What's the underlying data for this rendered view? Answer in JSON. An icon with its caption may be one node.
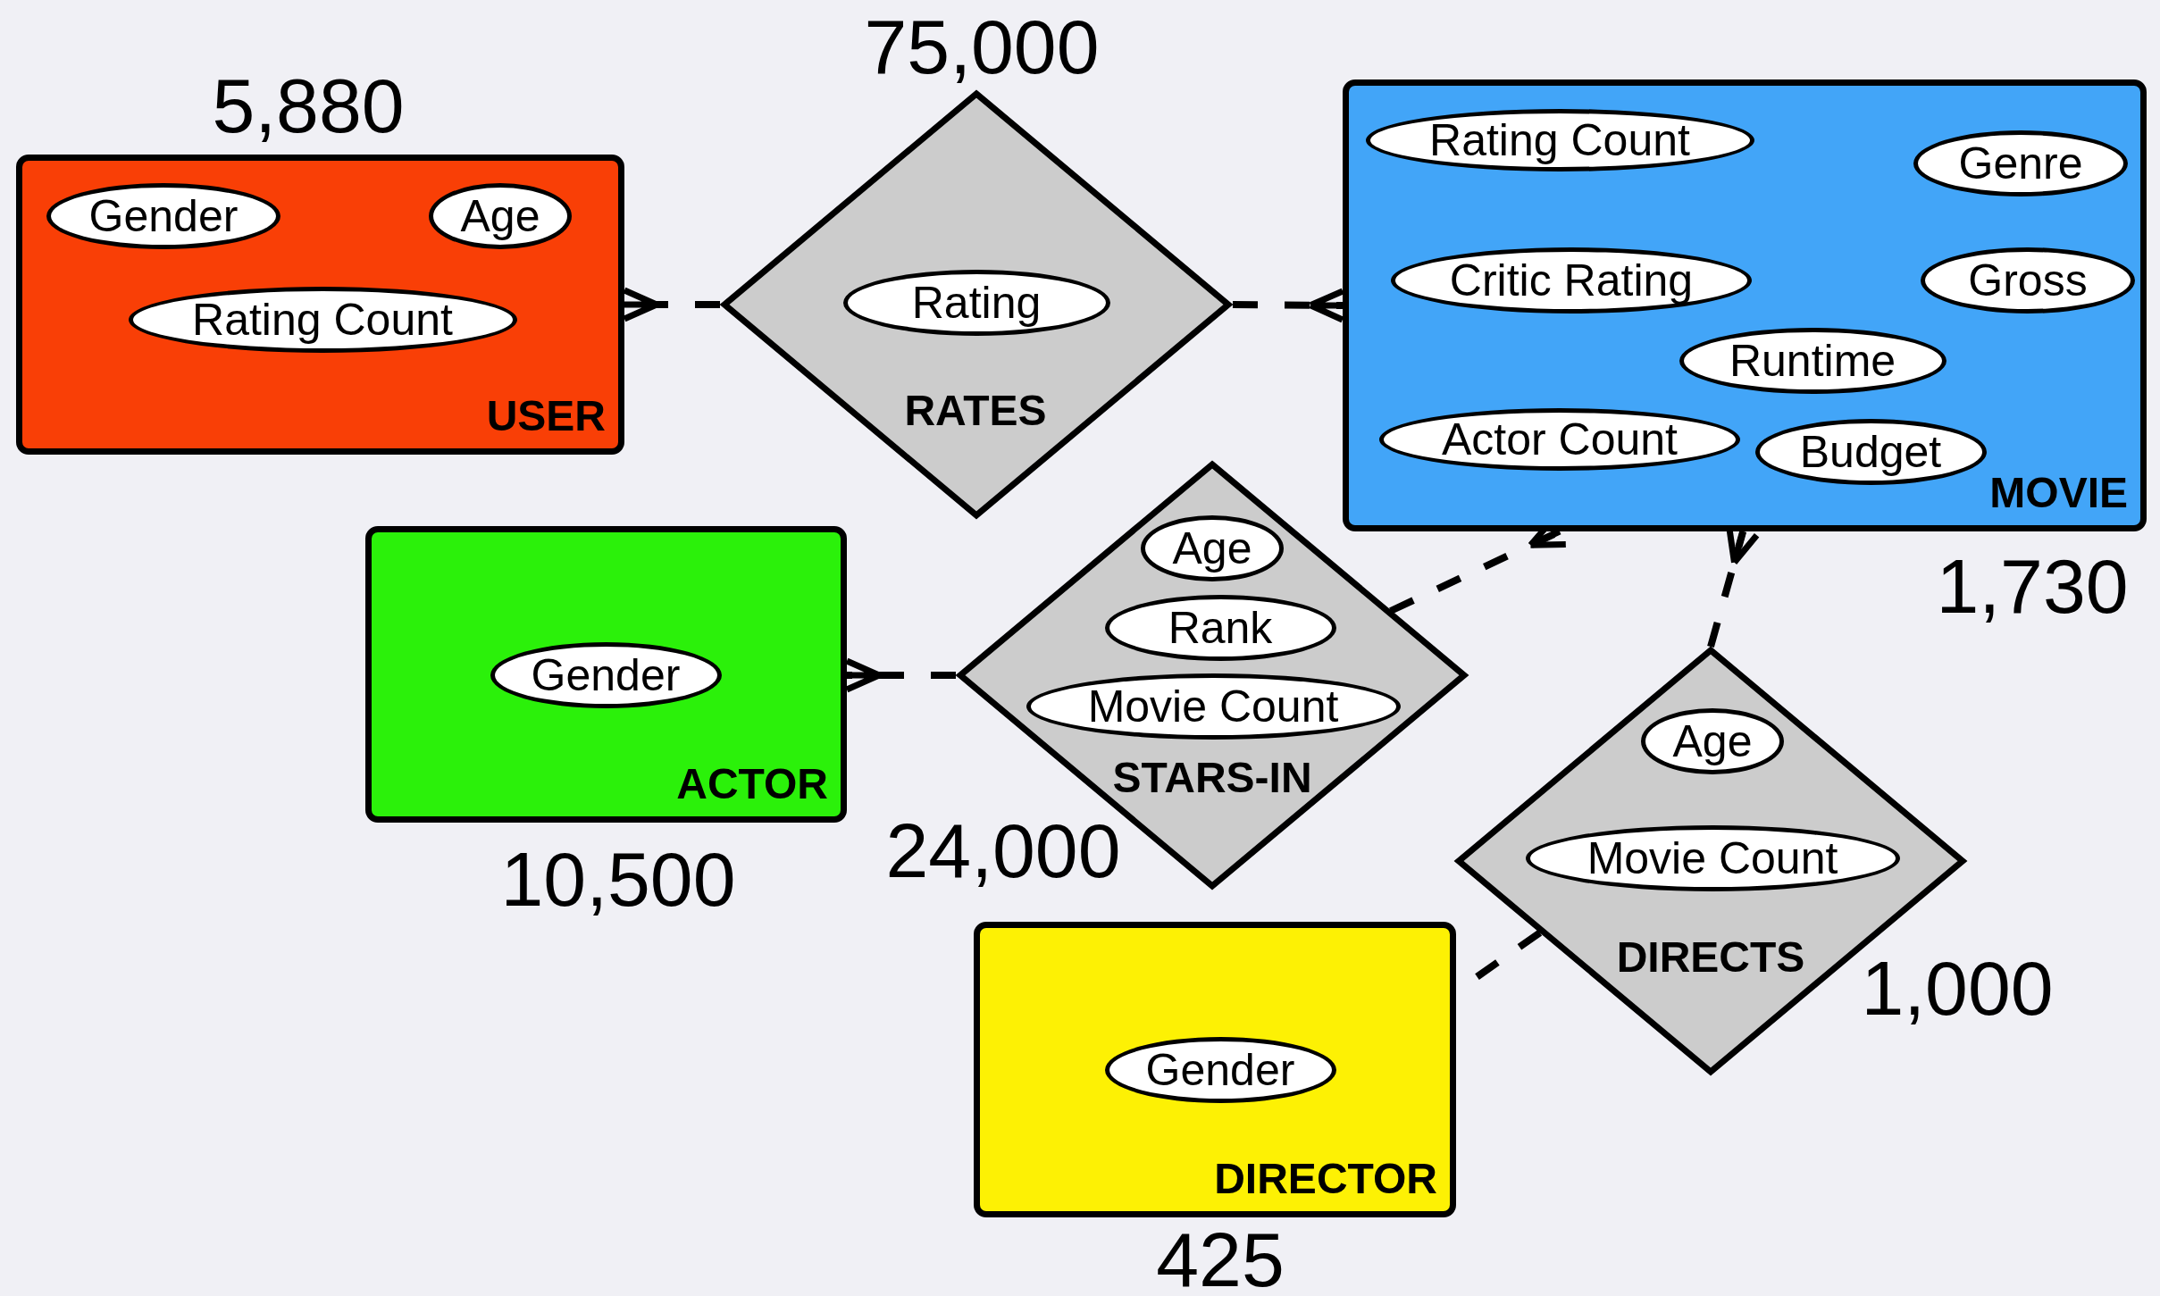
{
  "diagram": {
    "nodes": [
      {
        "text": [
          "USER"
        ],
        "beside": [
          "5,880"
        ]
      },
      {
        "text": [
          "Gender"
        ],
        "in": 0
      },
      {
        "text": [
          "Age"
        ],
        "in": 0
      },
      {
        "text": [
          "Rating Count"
        ],
        "in": 0
      },
      {
        "text": [
          "RATES"
        ],
        "beside": [
          "75,000"
        ]
      },
      {
        "text": [
          "Rating"
        ],
        "in": 4
      },
      {
        "text": [
          "MOVIE"
        ],
        "beside": [
          "1,730"
        ]
      },
      {
        "text": [
          "Rating Count"
        ],
        "in": 6
      },
      {
        "text": [
          "Genre"
        ],
        "in": 6
      },
      {
        "text": [
          "Critic Rating"
        ],
        "in": 6
      },
      {
        "text": [
          "Gross"
        ],
        "in": 6
      },
      {
        "text": [
          "Runtime"
        ],
        "in": 6
      },
      {
        "text": [
          "Actor Count"
        ],
        "in": 6
      },
      {
        "text": [
          "Budget"
        ],
        "in": 6
      },
      {
        "text": [
          "ACTOR"
        ],
        "beside": [
          "10,500"
        ]
      },
      {
        "text": [
          "Gender"
        ],
        "in": 14
      },
      {
        "text": [
          "STARS-IN"
        ],
        "beside": [
          "24,000"
        ]
      },
      {
        "text": [
          "Age"
        ],
        "in": 16
      },
      {
        "text": [
          "Rank"
        ],
        "in": 16
      },
      {
        "text": [
          "Movie Count"
        ],
        "in": 16
      },
      {
        "text": [
          "DIRECTS"
        ],
        "beside": [
          "1,000"
        ]
      },
      {
        "text": [
          "Age"
        ],
        "in": 20
      },
      {
        "text": [
          "Movie Count"
        ],
        "in": 20
      },
      {
        "text": [
          "DIRECTOR"
        ],
        "beside": [
          "425"
        ]
      },
      {
        "text": [
          "Gender"
        ],
        "in": 23
      }
    ],
    "edges": [
      {
        "from": 4,
        "to": 0,
        "arrow": "other",
        "style": "dashed"
      },
      {
        "from": 4,
        "to": 6,
        "arrow": "other",
        "style": "dashed"
      },
      {
        "from": 16,
        "to": 6,
        "arrow": "other",
        "style": "dashed"
      },
      {
        "from": 16,
        "to": 14,
        "arrow": "other",
        "style": "dashed"
      },
      {
        "from": 20,
        "to": 6,
        "arrow": "other",
        "style": "dashed"
      },
      {
        "from": 20,
        "to": 23,
        "arrow": "none",
        "style": "dashed"
      }
    ]
  }
}
